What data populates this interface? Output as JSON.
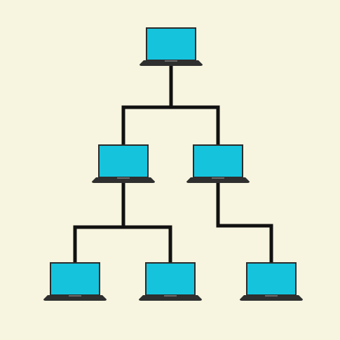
{
  "diagram": {
    "type": "network-tree",
    "background_color": "#f7f4df",
    "line_color": "#111111",
    "screen_color": "#16c3dd",
    "screen_border_color": "#2b2b2b",
    "base_color": "#2f2f2f",
    "icon": "laptop-icon",
    "nodes": [
      {
        "id": "root",
        "level": 0,
        "order": 1,
        "parent": null
      },
      {
        "id": "left",
        "level": 1,
        "order": 1,
        "parent": "root"
      },
      {
        "id": "right",
        "level": 1,
        "order": 2,
        "parent": "root"
      },
      {
        "id": "left-left",
        "level": 2,
        "order": 1,
        "parent": "left"
      },
      {
        "id": "left-right",
        "level": 2,
        "order": 2,
        "parent": "left"
      },
      {
        "id": "right-child",
        "level": 2,
        "order": 3,
        "parent": "right"
      }
    ]
  }
}
